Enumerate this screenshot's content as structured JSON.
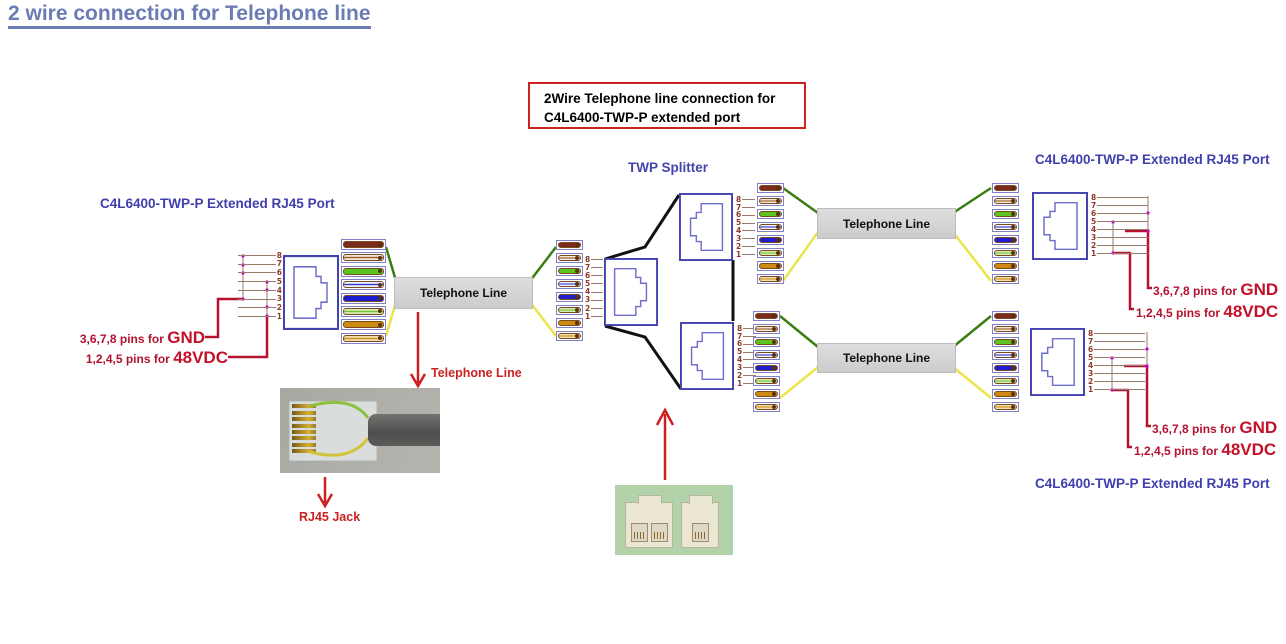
{
  "title": "2 wire connection for Telephone line",
  "callout": {
    "line1": "2Wire Telephone line connection for",
    "line2": "C4L6400-TWP-P extended port"
  },
  "labels": {
    "twp_splitter": "TWP Splitter",
    "port_left": "C4L6400-TWP-P Extended RJ45 Port",
    "port_top_right": "C4L6400-TWP-P Extended RJ45 Port",
    "port_bottom_right": "C4L6400-TWP-P Extended RJ45 Port",
    "telephone_line": "Telephone Line",
    "telephone_line_annotation": "Telephone Line",
    "rj45_jack_annotation": "RJ45 Jack",
    "gnd_prefix": "3,6,7,8 pins for ",
    "gnd": "GND",
    "vdc_prefix": "1,2,4,5 pins for ",
    "vdc": "48VDC"
  },
  "pins": [
    "8",
    "7",
    "6",
    "5",
    "4",
    "3",
    "2",
    "1"
  ],
  "wire_colors": [
    {
      "name": "maroon",
      "hex": "#7b2a1e"
    },
    {
      "name": "white-brown",
      "hex": "#f2ead8",
      "stripe": "#9a5a2a"
    },
    {
      "name": "green",
      "hex": "#58c61e"
    },
    {
      "name": "white-blue",
      "hex": "#eef2fc",
      "stripe": "#3a3ad0"
    },
    {
      "name": "blue",
      "hex": "#1e1ecc"
    },
    {
      "name": "white-green",
      "hex": "#d6eeb0",
      "stripe": "#7ac040"
    },
    {
      "name": "orange",
      "hex": "#cc8a10"
    },
    {
      "name": "white-orange",
      "hex": "#f0dfae",
      "stripe": "#d09020"
    }
  ],
  "colors": {
    "title_blue": "#6b7bb4",
    "port_label_blue": "#3f3fae",
    "annotation_red": "#cc2222",
    "wire_red": "#b5122f",
    "line_green": "#3a7d12",
    "line_yellow": "#ece44a",
    "splitter_line_black": "#111111",
    "callout_border_red": "#cc2222",
    "telephone_box_grey": "#d8d8d8"
  }
}
